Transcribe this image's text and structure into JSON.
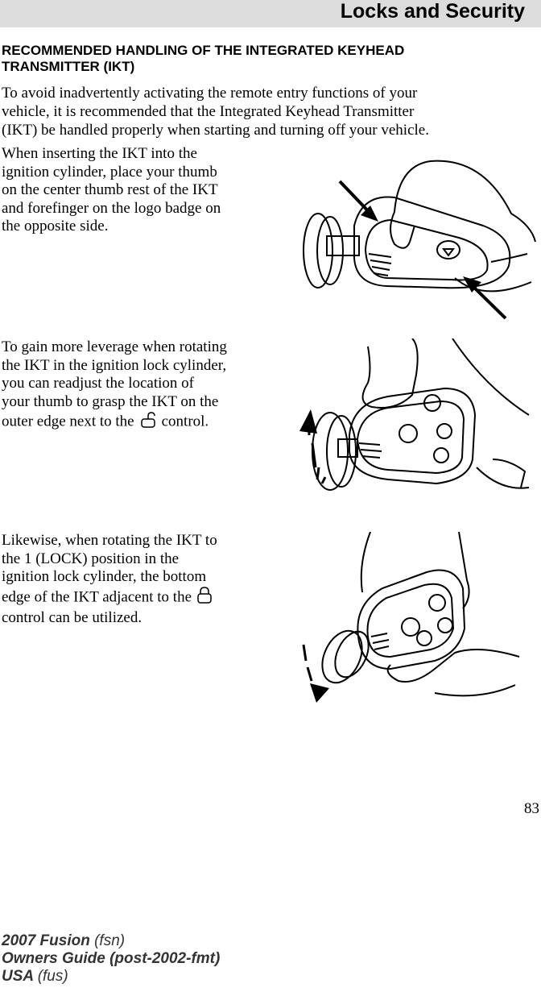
{
  "header": {
    "title": "Locks and Security"
  },
  "section": {
    "heading_line1": "RECOMMENDED HANDLING OF THE INTEGRATED KEYHEAD",
    "heading_line2": "TRANSMITTER (IKT)",
    "intro_line1": "To avoid inadvertently activating the remote entry functions of your",
    "intro_line2": "vehicle, it is recommended that the Integrated Keyhead Transmitter",
    "intro_line3": "(IKT) be handled properly when starting and turning off your vehicle."
  },
  "steps": [
    {
      "lines": [
        "When inserting the IKT into the",
        "ignition cylinder, place your thumb",
        "on the center thumb rest of the IKT",
        "and forefinger on the logo badge on",
        "the opposite side."
      ]
    },
    {
      "lines": [
        "To gain more leverage when rotating",
        "the IKT in the ignition lock cylinder,",
        "you can readjust the location of",
        "your thumb to grasp the IKT on the"
      ],
      "line5_before": "outer edge next to the",
      "line5_after": "control.",
      "icon": "unlock-icon"
    },
    {
      "lines": [
        "Likewise, when rotating the IKT to",
        "the 1 (LOCK) position in the",
        "ignition lock cylinder, the bottom"
      ],
      "line4_before": "edge of the IKT adjacent to the",
      "line5": "control can be utilized.",
      "icon": "lock-icon"
    }
  ],
  "page_number": "83",
  "footer": {
    "model": "2007 Fusion",
    "model_code": "(fsn)",
    "guide": "Owners Guide (post-2002-fmt)",
    "region": "USA",
    "region_code": "(fus)"
  }
}
